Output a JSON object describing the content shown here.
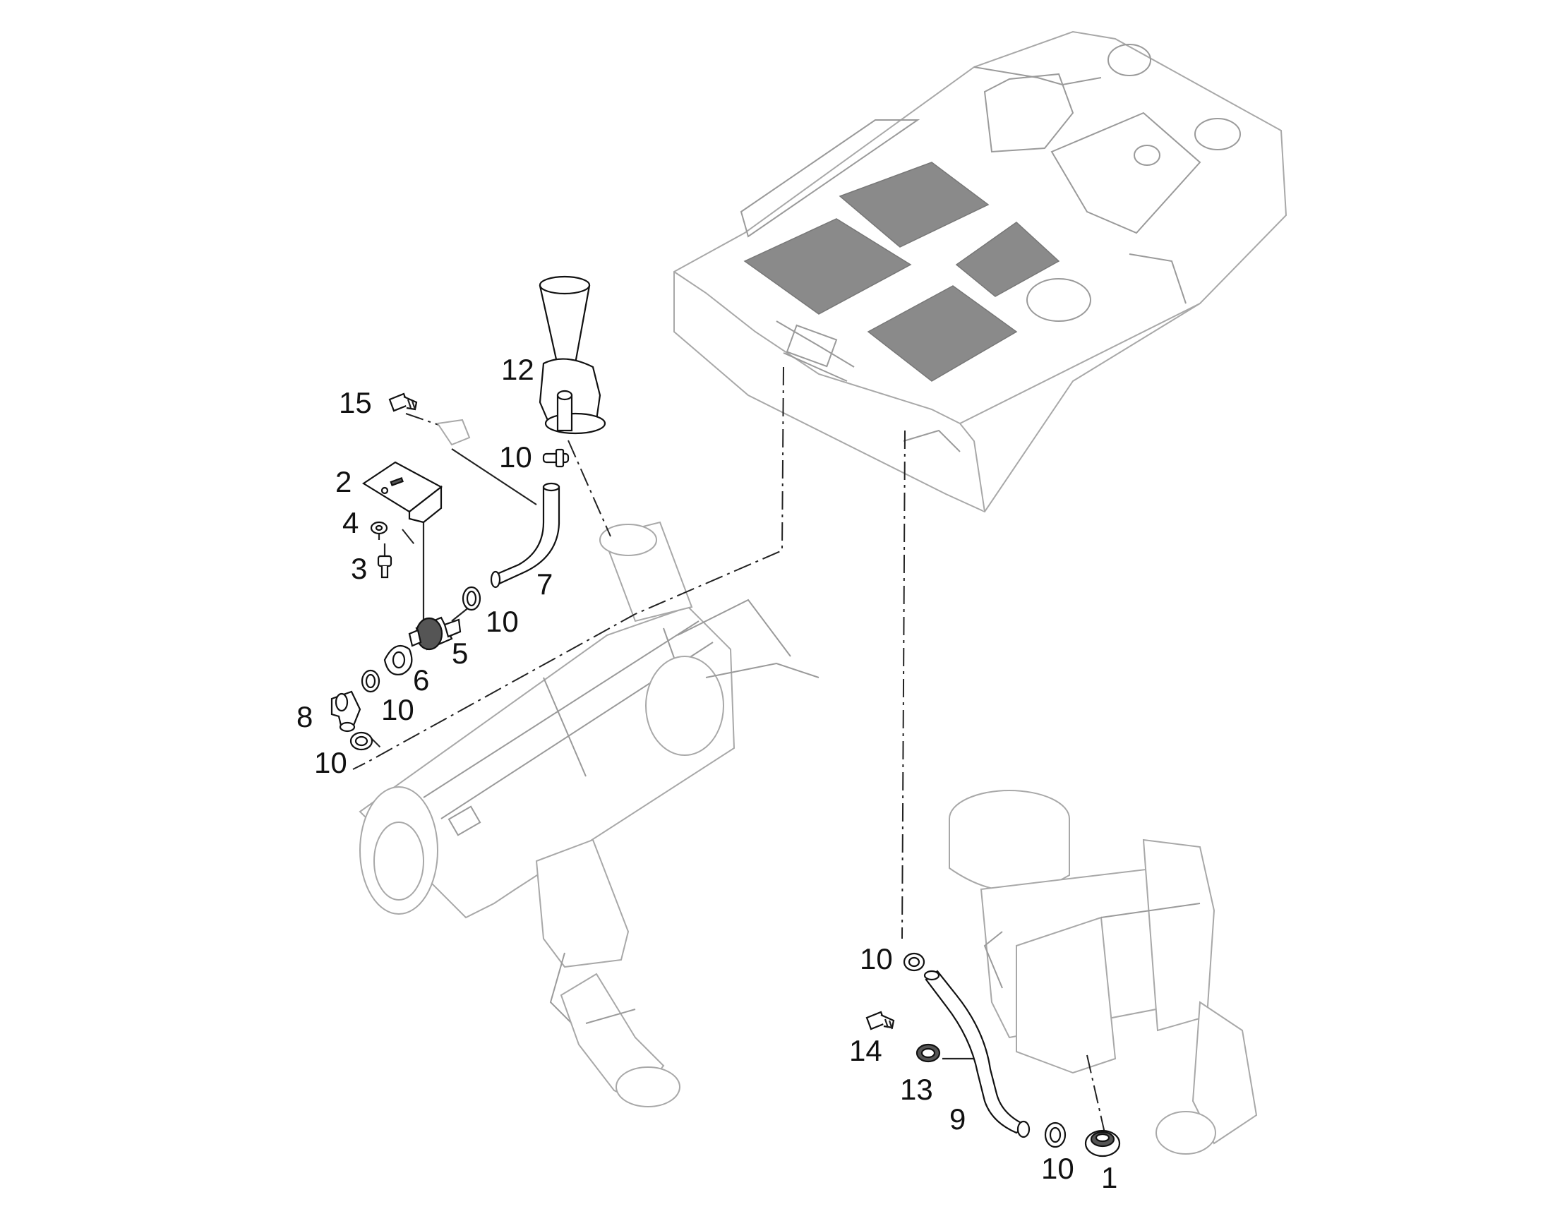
{
  "diagram": {
    "callouts": [
      {
        "id": "c1",
        "text": "1"
      },
      {
        "id": "c2",
        "text": "2"
      },
      {
        "id": "c3",
        "text": "3"
      },
      {
        "id": "c4",
        "text": "4"
      },
      {
        "id": "c5",
        "text": "5"
      },
      {
        "id": "c6",
        "text": "6"
      },
      {
        "id": "c7",
        "text": "7"
      },
      {
        "id": "c8",
        "text": "8"
      },
      {
        "id": "c9",
        "text": "9"
      },
      {
        "id": "c10a",
        "text": "10"
      },
      {
        "id": "c10b",
        "text": "10"
      },
      {
        "id": "c10c",
        "text": "10"
      },
      {
        "id": "c10d",
        "text": "10"
      },
      {
        "id": "c10e",
        "text": "10"
      },
      {
        "id": "c10f",
        "text": "10"
      },
      {
        "id": "c12",
        "text": "12"
      },
      {
        "id": "c13",
        "text": "13"
      },
      {
        "id": "c14",
        "text": "14"
      },
      {
        "id": "c15",
        "text": "15"
      }
    ]
  }
}
